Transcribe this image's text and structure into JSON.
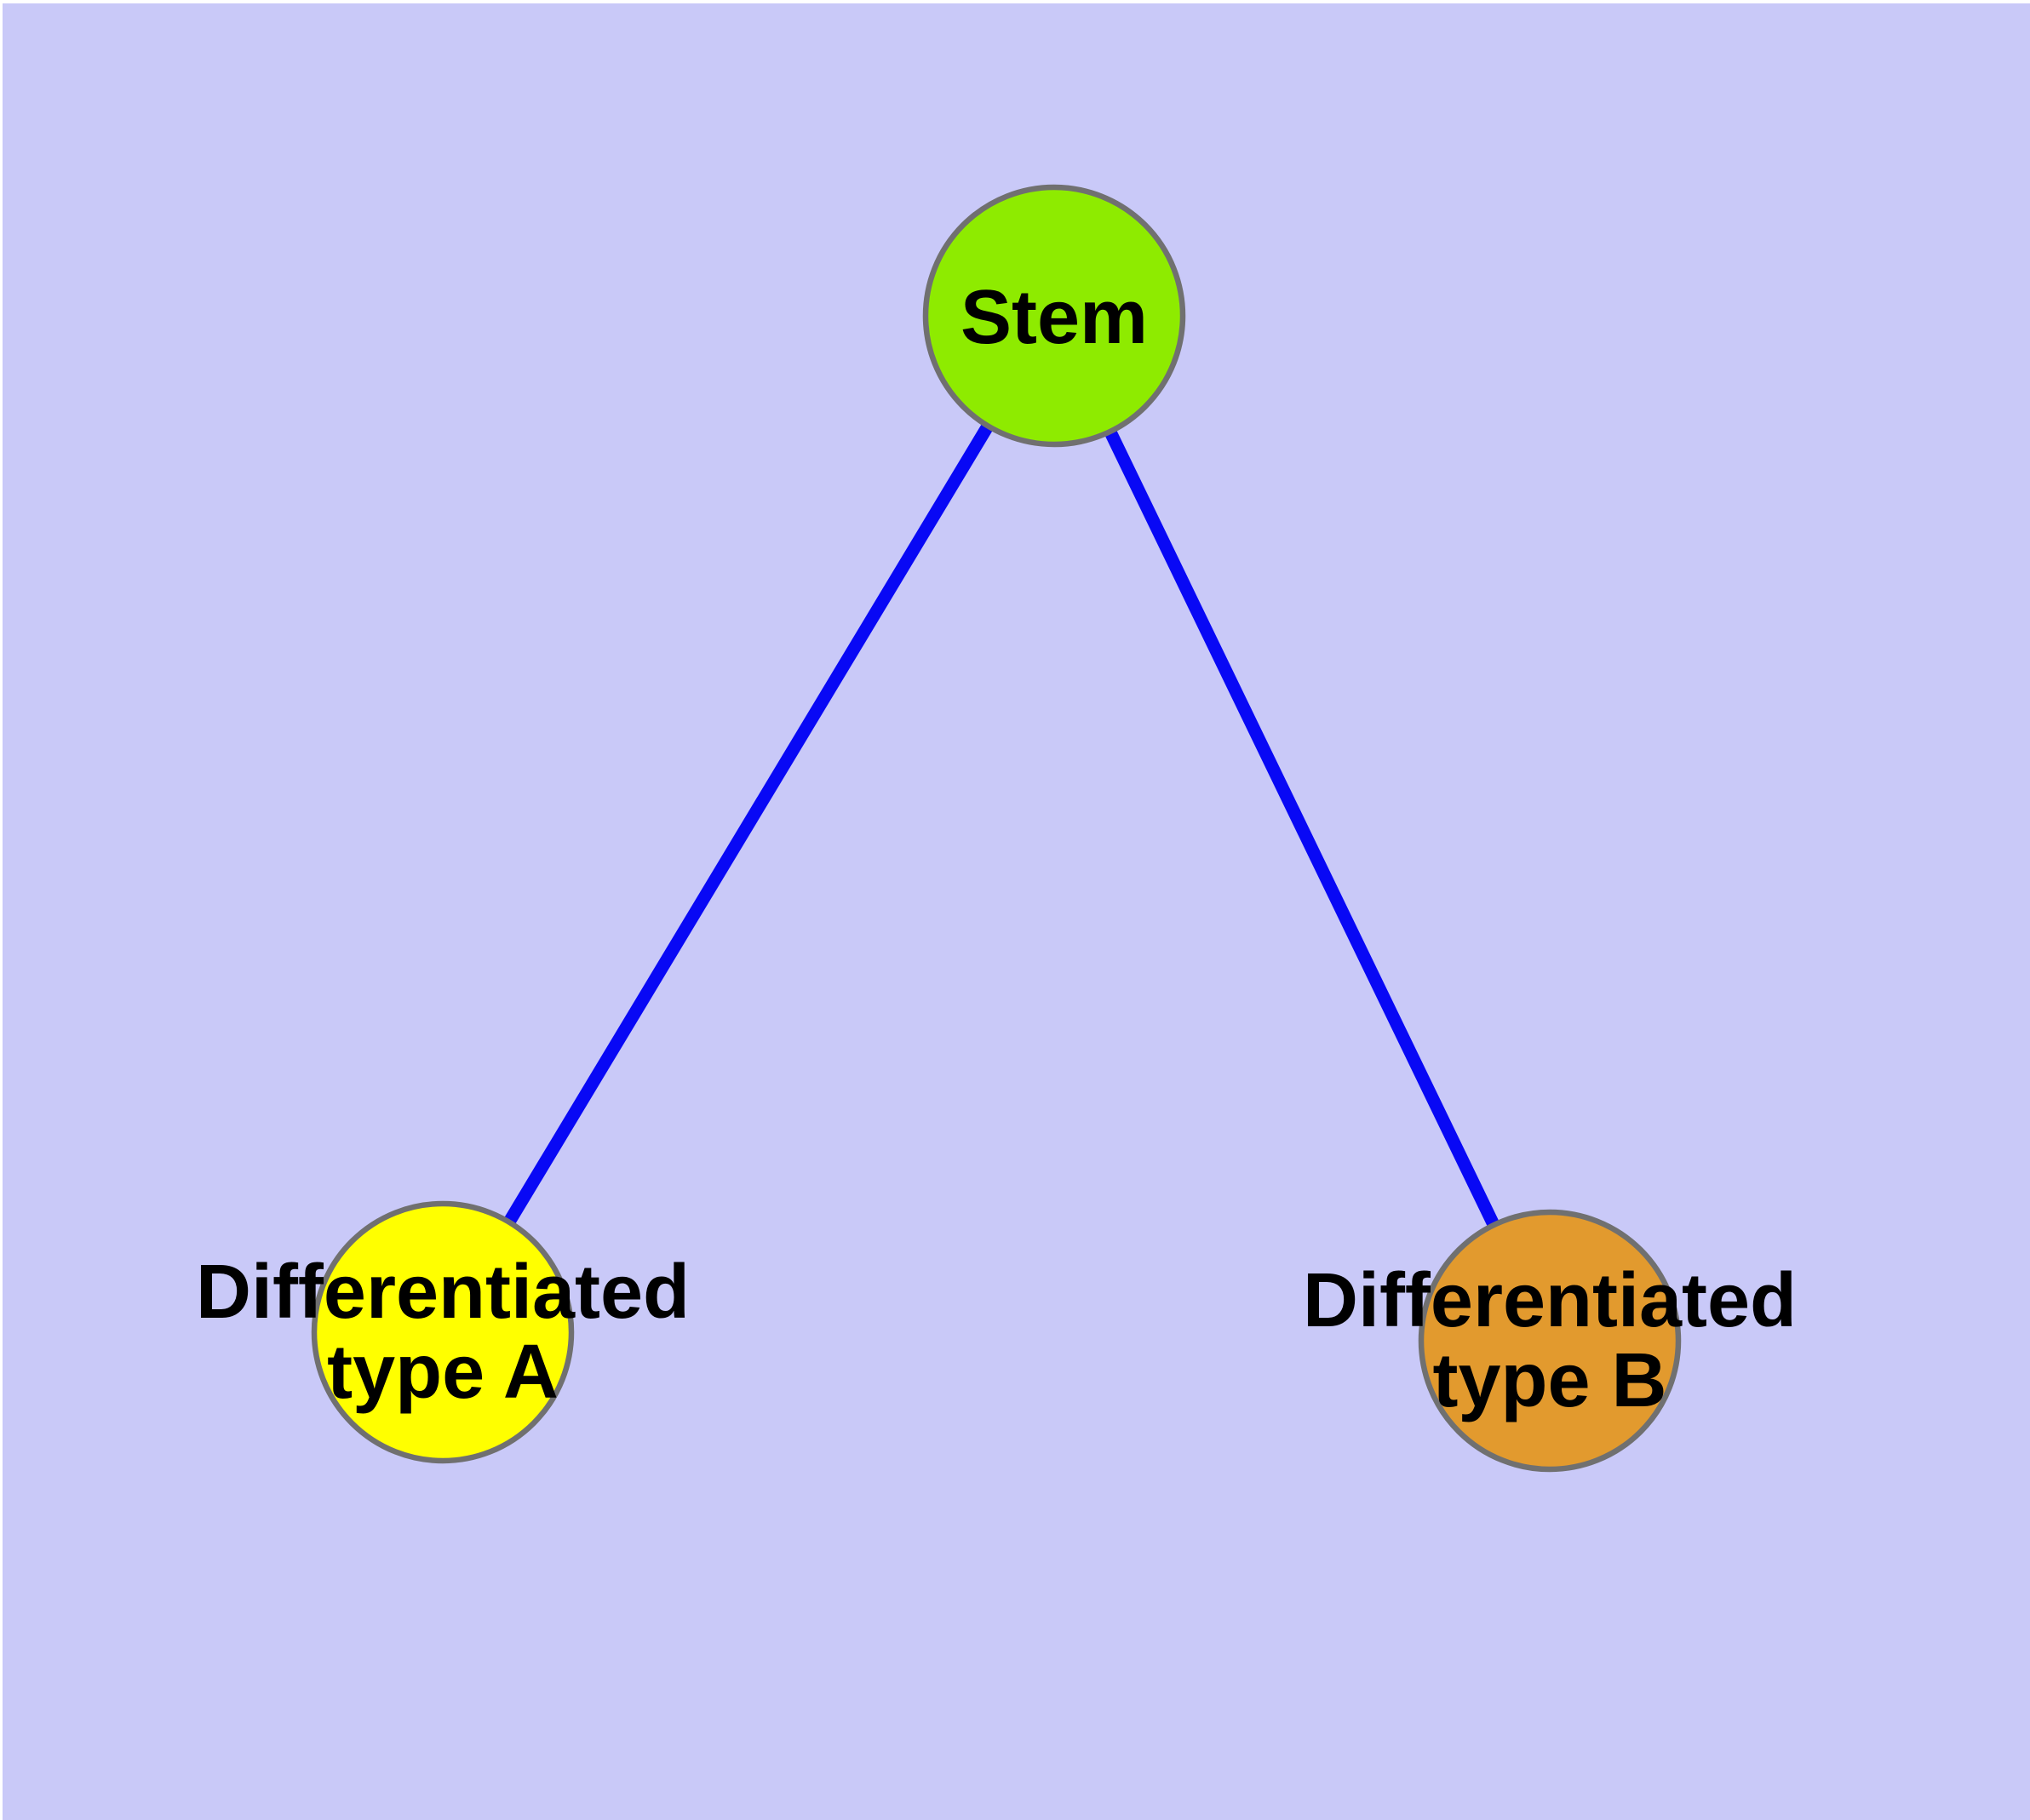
{
  "diagram": {
    "type": "graph",
    "description": "Stem cell differentiation graph: one stem node connected to two differentiated cell-type nodes",
    "background_color": "#c9c9f8",
    "canvas_border_color": "#ffffff",
    "node_border_color": "#707070",
    "edge_color": "#0808f5",
    "label_color": "#000000",
    "nodes": [
      {
        "id": "stem",
        "label_lines": [
          "Stem"
        ],
        "fill": "#8eeb00"
      },
      {
        "id": "differentiated-type-a",
        "label_lines": [
          "Differentiated",
          "type A"
        ],
        "fill": "#ffff00"
      },
      {
        "id": "differentiated-type-b",
        "label_lines": [
          "Differentiated",
          "type B"
        ],
        "fill": "#e29a2e"
      }
    ],
    "edges": [
      {
        "from": "stem",
        "to": "differentiated-type-a"
      },
      {
        "from": "stem",
        "to": "differentiated-type-b"
      }
    ]
  }
}
